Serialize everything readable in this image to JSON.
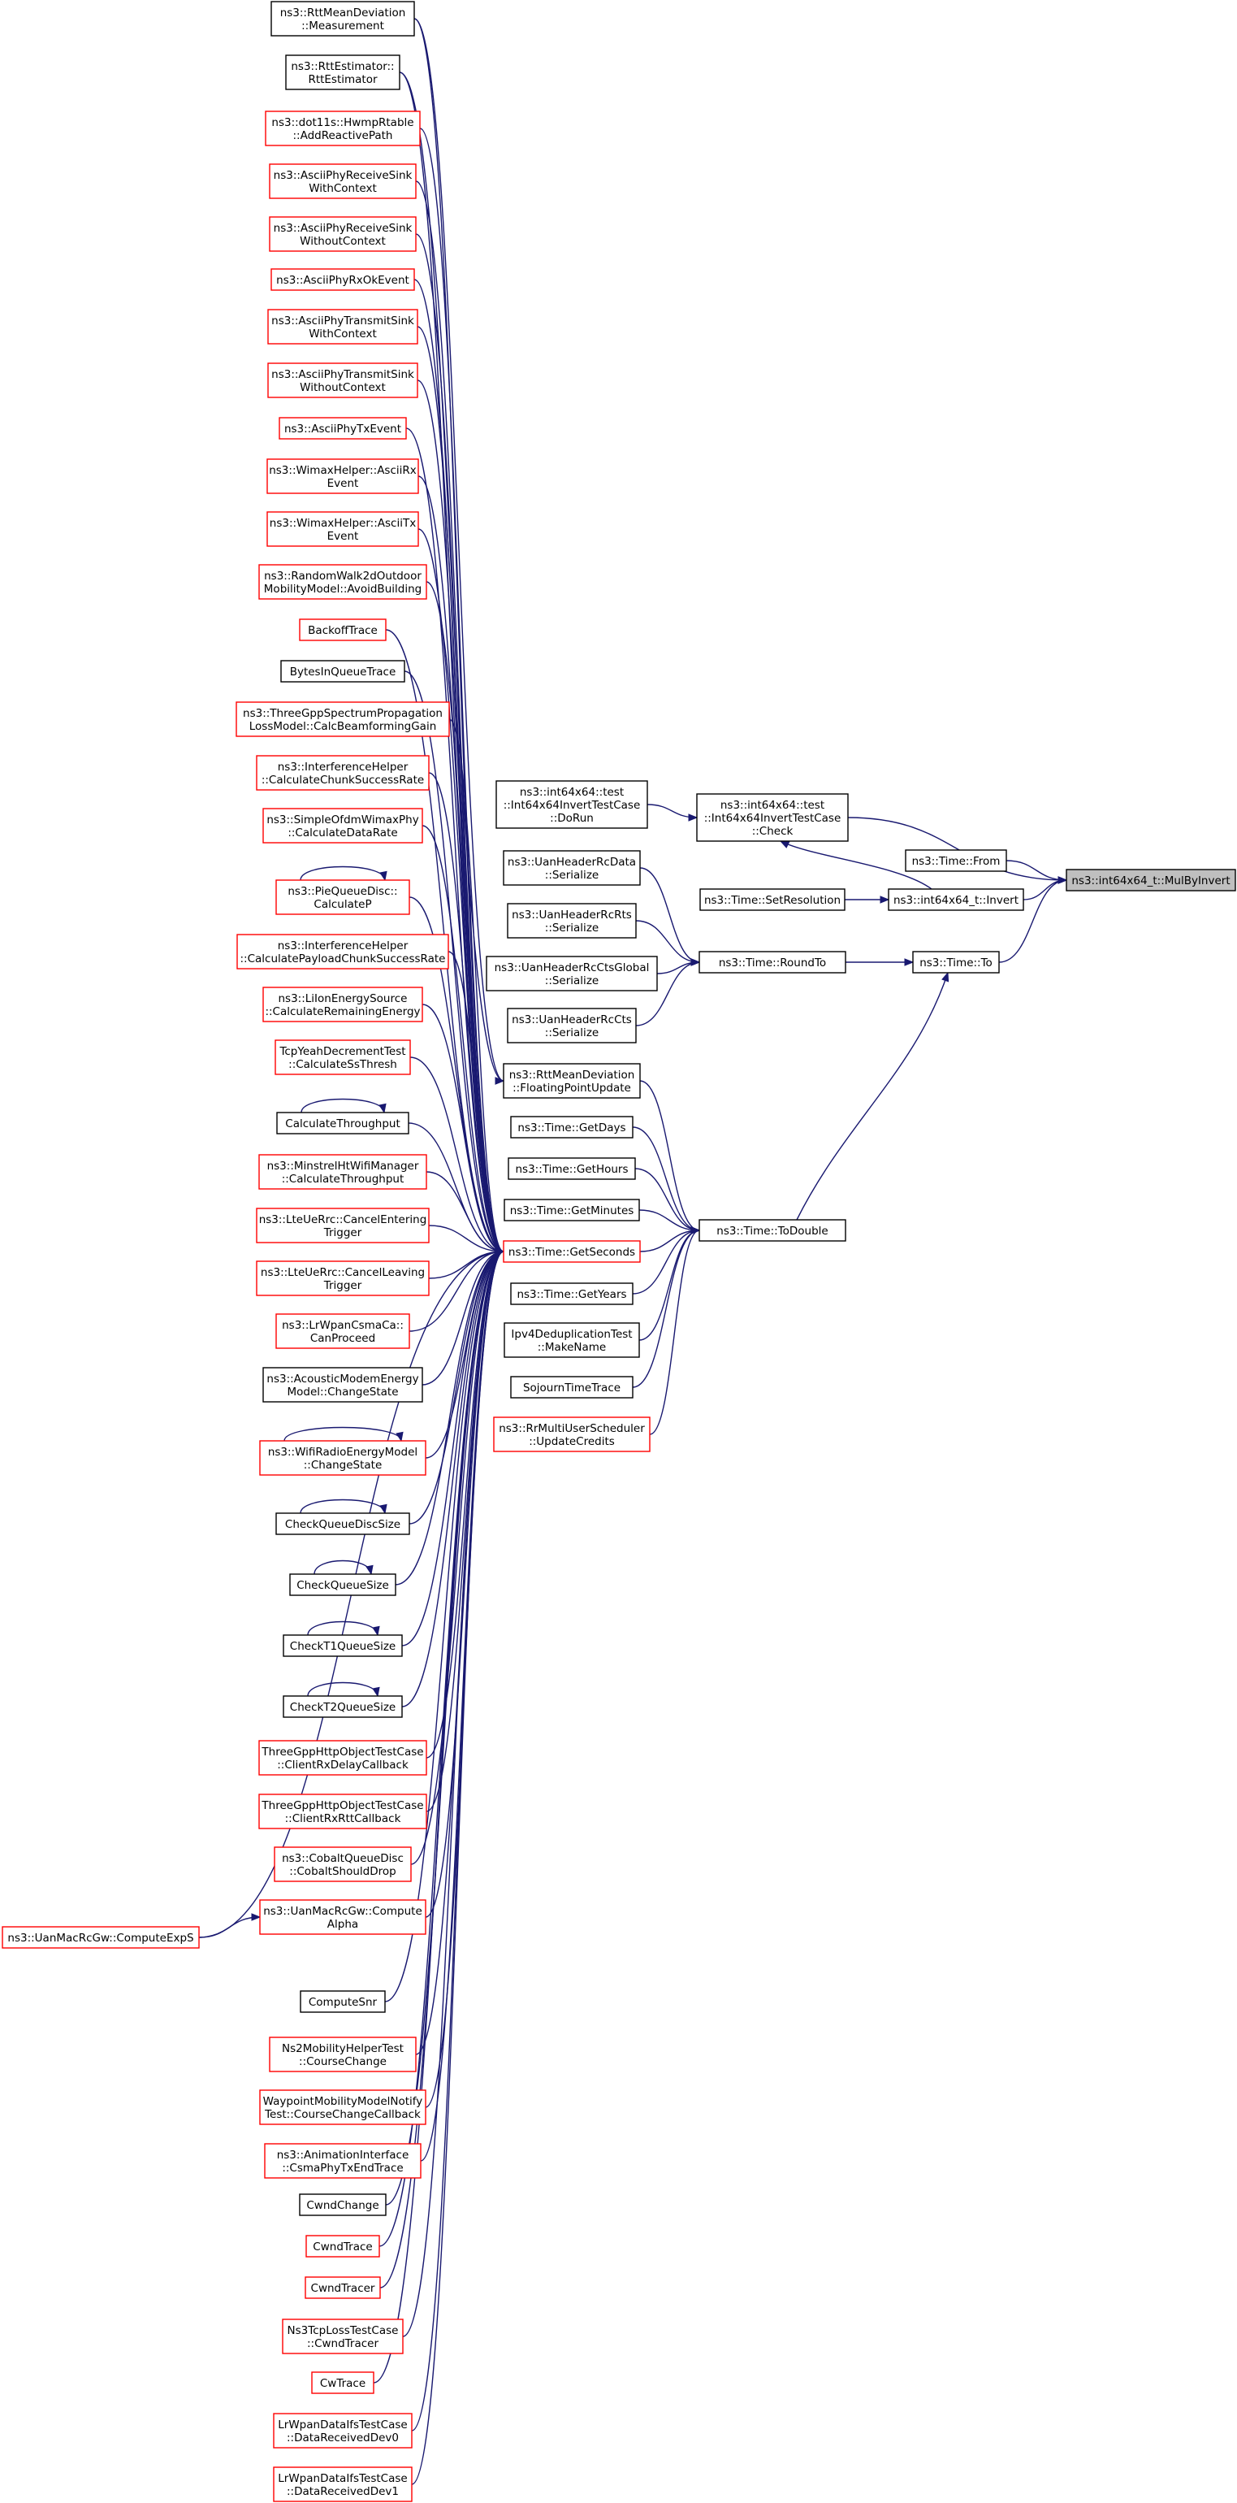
{
  "colors": {
    "edge": "#191970",
    "border_documented": "#000000",
    "border_undocumented": "#ff0000",
    "focus_fill": "#bfbfbf"
  },
  "diagram": {
    "nodes": [
      {
        "id": "mulbyinvert",
        "lines": [
          "ns3::int64x64_t::MulByInvert"
        ],
        "focus": true
      },
      {
        "id": "check",
        "lines": [
          "ns3::int64x64::test",
          "::Int64x64InvertTestCase",
          "::Check"
        ]
      },
      {
        "id": "from",
        "lines": [
          "ns3::Time::From"
        ]
      },
      {
        "id": "invert",
        "lines": [
          "ns3::int64x64_t::Invert"
        ]
      },
      {
        "id": "to",
        "lines": [
          "ns3::Time::To"
        ]
      },
      {
        "id": "dorun",
        "lines": [
          "ns3::int64x64::test",
          "::Int64x64InvertTestCase",
          "::DoRun"
        ]
      },
      {
        "id": "setresolution",
        "lines": [
          "ns3::Time::SetResolution"
        ]
      },
      {
        "id": "roundto",
        "lines": [
          "ns3::Time::RoundTo"
        ]
      },
      {
        "id": "todouble",
        "lines": [
          "ns3::Time::ToDouble"
        ]
      },
      {
        "id": "rcdata",
        "lines": [
          "ns3::UanHeaderRcData",
          "::Serialize"
        ]
      },
      {
        "id": "rcrts",
        "lines": [
          "ns3::UanHeaderRcRts",
          "::Serialize"
        ]
      },
      {
        "id": "rcctsglobal",
        "lines": [
          "ns3::UanHeaderRcCtsGlobal",
          "::Serialize"
        ]
      },
      {
        "id": "rccts",
        "lines": [
          "ns3::UanHeaderRcCts",
          "::Serialize"
        ]
      },
      {
        "id": "floatingpoint",
        "lines": [
          "ns3::RttMeanDeviation",
          "::FloatingPointUpdate"
        ]
      },
      {
        "id": "getdays",
        "lines": [
          "ns3::Time::GetDays"
        ]
      },
      {
        "id": "gethours",
        "lines": [
          "ns3::Time::GetHours"
        ]
      },
      {
        "id": "getminutes",
        "lines": [
          "ns3::Time::GetMinutes"
        ]
      },
      {
        "id": "getseconds",
        "lines": [
          "ns3::Time::GetSeconds"
        ],
        "red": true
      },
      {
        "id": "getyears",
        "lines": [
          "ns3::Time::GetYears"
        ]
      },
      {
        "id": "ipv4dedup",
        "lines": [
          "Ipv4DeduplicationTest",
          "::MakeName"
        ]
      },
      {
        "id": "sojourn",
        "lines": [
          "SojournTimeTrace"
        ]
      },
      {
        "id": "rrmulti",
        "lines": [
          "ns3::RrMultiUserScheduler",
          "::UpdateCredits"
        ],
        "red": true
      },
      {
        "id": "c0",
        "lines": [
          "ns3::RttMeanDeviation",
          "::Measurement"
        ]
      },
      {
        "id": "c1",
        "lines": [
          "ns3::RttEstimator::",
          "RttEstimator"
        ]
      },
      {
        "id": "c2",
        "lines": [
          "ns3::dot11s::HwmpRtable",
          "::AddReactivePath"
        ],
        "red": true
      },
      {
        "id": "c3",
        "lines": [
          "ns3::AsciiPhyReceiveSink",
          "WithContext"
        ],
        "red": true
      },
      {
        "id": "c4",
        "lines": [
          "ns3::AsciiPhyReceiveSink",
          "WithoutContext"
        ],
        "red": true
      },
      {
        "id": "c5",
        "lines": [
          "ns3::AsciiPhyRxOkEvent"
        ],
        "red": true
      },
      {
        "id": "c6",
        "lines": [
          "ns3::AsciiPhyTransmitSink",
          "WithContext"
        ],
        "red": true
      },
      {
        "id": "c7",
        "lines": [
          "ns3::AsciiPhyTransmitSink",
          "WithoutContext"
        ],
        "red": true
      },
      {
        "id": "c8",
        "lines": [
          "ns3::AsciiPhyTxEvent"
        ],
        "red": true
      },
      {
        "id": "c9",
        "lines": [
          "ns3::WimaxHelper::AsciiRx",
          "Event"
        ],
        "red": true
      },
      {
        "id": "c10",
        "lines": [
          "ns3::WimaxHelper::AsciiTx",
          "Event"
        ],
        "red": true
      },
      {
        "id": "c11",
        "lines": [
          "ns3::RandomWalk2dOutdoor",
          "MobilityModel::AvoidBuilding"
        ],
        "red": true
      },
      {
        "id": "c12",
        "lines": [
          "BackoffTrace"
        ],
        "red": true
      },
      {
        "id": "c13",
        "lines": [
          "BytesInQueueTrace"
        ]
      },
      {
        "id": "c14",
        "lines": [
          "ns3::ThreeGppSpectrumPropagation",
          "LossModel::CalcBeamformingGain"
        ],
        "red": true
      },
      {
        "id": "c15",
        "lines": [
          "ns3::InterferenceHelper",
          "::CalculateChunkSuccessRate"
        ],
        "red": true
      },
      {
        "id": "c16",
        "lines": [
          "ns3::SimpleOfdmWimaxPhy",
          "::CalculateDataRate"
        ],
        "red": true
      },
      {
        "id": "c17",
        "lines": [
          "ns3::PieQueueDisc::",
          "CalculateP"
        ],
        "red": true,
        "self": true
      },
      {
        "id": "c18",
        "lines": [
          "ns3::InterferenceHelper",
          "::CalculatePayloadChunkSuccessRate"
        ],
        "red": true
      },
      {
        "id": "c19",
        "lines": [
          "ns3::LiIonEnergySource",
          "::CalculateRemainingEnergy"
        ],
        "red": true
      },
      {
        "id": "c20",
        "lines": [
          "TcpYeahDecrementTest",
          "::CalculateSsThresh"
        ],
        "red": true
      },
      {
        "id": "c21",
        "lines": [
          "CalculateThroughput"
        ],
        "self": true
      },
      {
        "id": "c22",
        "lines": [
          "ns3::MinstrelHtWifiManager",
          "::CalculateThroughput"
        ],
        "red": true
      },
      {
        "id": "c23",
        "lines": [
          "ns3::LteUeRrc::CancelEntering",
          "Trigger"
        ],
        "red": true
      },
      {
        "id": "c24",
        "lines": [
          "ns3::LteUeRrc::CancelLeaving",
          "Trigger"
        ],
        "red": true
      },
      {
        "id": "c25",
        "lines": [
          "ns3::LrWpanCsmaCa::",
          "CanProceed"
        ],
        "red": true
      },
      {
        "id": "c26",
        "lines": [
          "ns3::AcousticModemEnergy",
          "Model::ChangeState"
        ]
      },
      {
        "id": "c27",
        "lines": [
          "ns3::WifiRadioEnergyModel",
          "::ChangeState"
        ],
        "red": true,
        "self": true
      },
      {
        "id": "c28",
        "lines": [
          "CheckQueueDiscSize"
        ],
        "self": true
      },
      {
        "id": "c29",
        "lines": [
          "CheckQueueSize"
        ],
        "self": true
      },
      {
        "id": "c30",
        "lines": [
          "CheckT1QueueSize"
        ],
        "self": true
      },
      {
        "id": "c31",
        "lines": [
          "CheckT2QueueSize"
        ],
        "self": true
      },
      {
        "id": "c32",
        "lines": [
          "ThreeGppHttpObjectTestCase",
          "::ClientRxDelayCallback"
        ],
        "red": true
      },
      {
        "id": "c33",
        "lines": [
          "ThreeGppHttpObjectTestCase",
          "::ClientRxRttCallback"
        ],
        "red": true
      },
      {
        "id": "c34",
        "lines": [
          "ns3::CobaltQueueDisc",
          "::CobaltShouldDrop"
        ],
        "red": true
      },
      {
        "id": "c35",
        "lines": [
          "ns3::UanMacRcGw::Compute",
          "Alpha"
        ],
        "red": true
      },
      {
        "id": "computeexps",
        "lines": [
          "ns3::UanMacRcGw::ComputeExpS"
        ],
        "red": true
      },
      {
        "id": "c36",
        "lines": [
          "ComputeSnr"
        ]
      },
      {
        "id": "c37",
        "lines": [
          "Ns2MobilityHelperTest",
          "::CourseChange"
        ],
        "red": true
      },
      {
        "id": "c38",
        "lines": [
          "WaypointMobilityModelNotify",
          "Test::CourseChangeCallback"
        ],
        "red": true
      },
      {
        "id": "c39",
        "lines": [
          "ns3::AnimationInterface",
          "::CsmaPhyTxEndTrace"
        ],
        "red": true
      },
      {
        "id": "c40",
        "lines": [
          "CwndChange"
        ]
      },
      {
        "id": "c41",
        "lines": [
          "CwndTrace"
        ],
        "red": true
      },
      {
        "id": "c42",
        "lines": [
          "CwndTracer"
        ],
        "red": true
      },
      {
        "id": "c43",
        "lines": [
          "Ns3TcpLossTestCase",
          "::CwndTracer"
        ],
        "red": true
      },
      {
        "id": "c44",
        "lines": [
          "CwTrace"
        ],
        "red": true
      },
      {
        "id": "c45",
        "lines": [
          "LrWpanDataIfsTestCase",
          "::DataReceivedDev0"
        ],
        "red": true
      },
      {
        "id": "c46",
        "lines": [
          "LrWpanDataIfsTestCase",
          "::DataReceivedDev1"
        ],
        "red": true
      }
    ]
  }
}
